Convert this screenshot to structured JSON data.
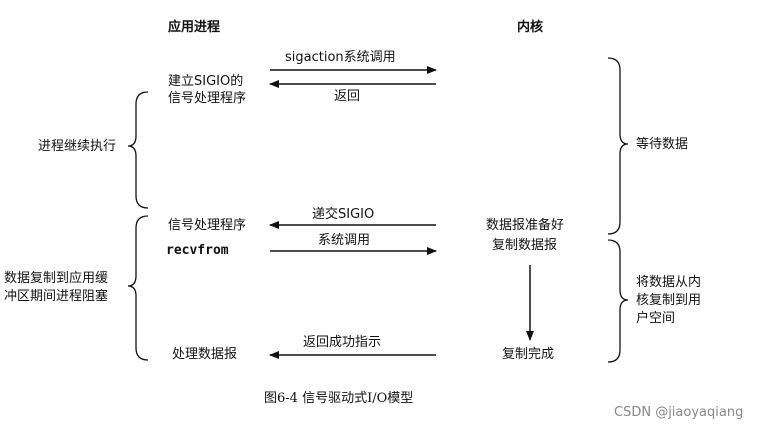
{
  "headers": {
    "app": "应用进程",
    "kernel": "内核"
  },
  "app_labels": {
    "setup_line1": "建立SIGIO的",
    "setup_line2": "信号处理程序",
    "handler": "信号处理程序",
    "recvfrom": "recvfrom",
    "process": "处理数据报"
  },
  "arrows": {
    "sigaction": "sigaction系统调用",
    "return": "返回",
    "deliver": "递交SIGIO",
    "syscall": "系统调用",
    "return_ok": "返回成功指示"
  },
  "kernel_labels": {
    "ready_line1": "数据报准备好",
    "ready_line2": "复制数据报",
    "done": "复制完成"
  },
  "left_notes": {
    "continue": "进程继续执行",
    "blocked_line1": "数据复制到应用缓",
    "blocked_line2": "冲区期间进程阻塞"
  },
  "right_notes": {
    "wait": "等待数据",
    "copy_line1": "将数据从内",
    "copy_line2": "核复制到用",
    "copy_line3": "户空间"
  },
  "caption": "图6-4    信号驱动式I/O模型",
  "watermark": "CSDN @jiaoyaqiang"
}
